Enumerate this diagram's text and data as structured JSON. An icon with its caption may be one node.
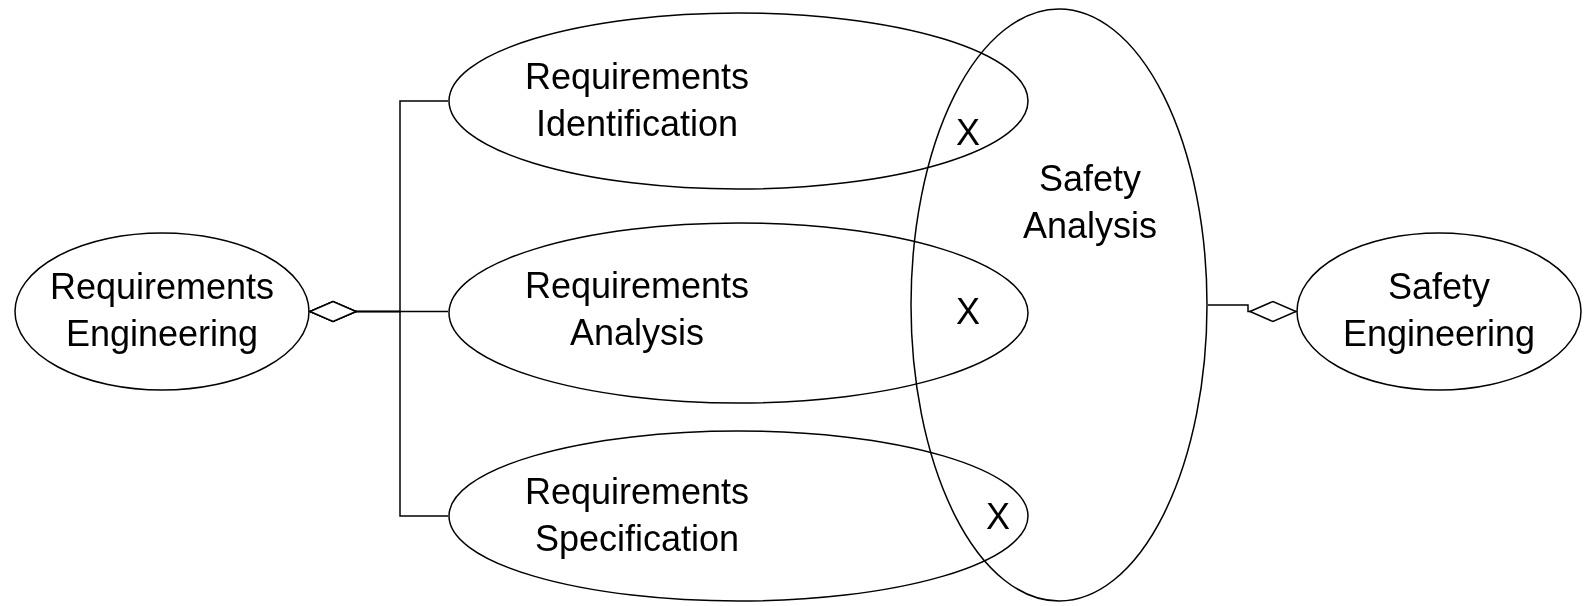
{
  "diagram": {
    "nodes": [
      {
        "text": [
          "Requirements Engineering"
        ]
      },
      {
        "text": [
          "Requirements Identification"
        ]
      },
      {
        "text": [
          "Requirements Analysis"
        ]
      },
      {
        "text": [
          "Requirements Specification"
        ]
      },
      {
        "text": [
          "Safety Analysis"
        ]
      },
      {
        "text": [
          "Safety Engineering"
        ]
      }
    ],
    "edges": [
      {
        "from": 1,
        "to": 0,
        "arrow": "other"
      },
      {
        "from": 2,
        "to": 0,
        "arrow": "other"
      },
      {
        "from": 3,
        "to": 0,
        "arrow": "other"
      },
      {
        "from": 4,
        "to": 5,
        "arrow": "other"
      }
    ],
    "labels": [
      "X",
      "X",
      "X"
    ]
  }
}
